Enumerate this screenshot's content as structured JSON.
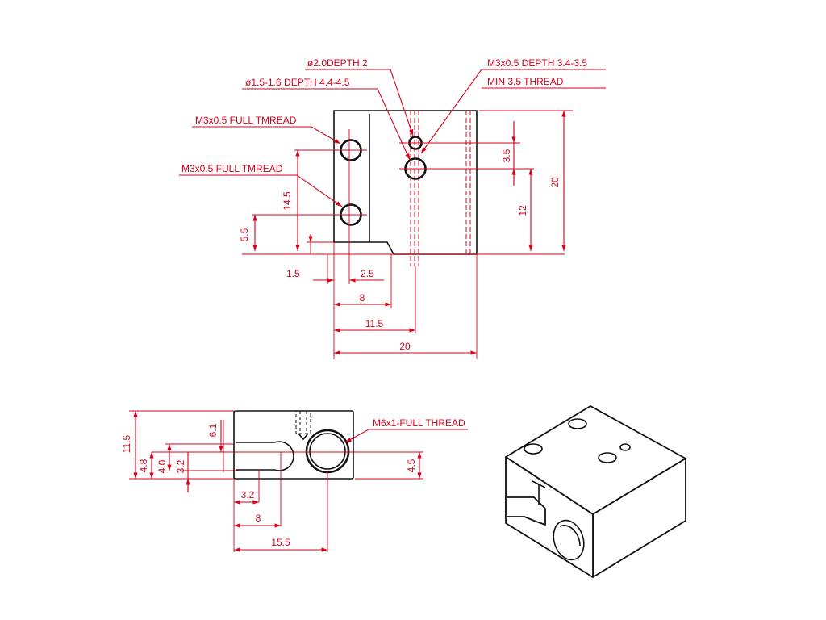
{
  "colors": {
    "dimension": "#d9001b",
    "part": "#111111",
    "background": "#ffffff"
  },
  "notes": {
    "d2_depth": "ø2.0DEPTH 2",
    "d15_depth": "ø1.5-1.6 DEPTH 4.4-4.5",
    "m3_thread_left_top": "M3x0.5 FULL TMREAD",
    "m3_thread_left_bottom": "M3x0.5 FULL TMREAD",
    "m3_depth": "M3x0.5 DEPTH 3.4-3.5",
    "min_thread": "MIN 3.5 THREAD",
    "m6_thread": "M6x1-FULL THREAD"
  },
  "dims_top": {
    "h14_5": "14.5",
    "h5_5": "5.5",
    "w1_5": "1.5",
    "w2_5": "2.5",
    "w8": "8",
    "w11_5": "11.5",
    "w20": "20",
    "v3_5": "3.5",
    "v12": "12",
    "v20": "20"
  },
  "dims_front": {
    "h11_5": "11.5",
    "h4_8": "4.8",
    "h4_0": "4.0",
    "h3_2": "3.2",
    "h6_1": "6.1",
    "w3_2": "3.2",
    "w8": "8",
    "w15_5": "15.5",
    "h4_5": "4.5"
  }
}
